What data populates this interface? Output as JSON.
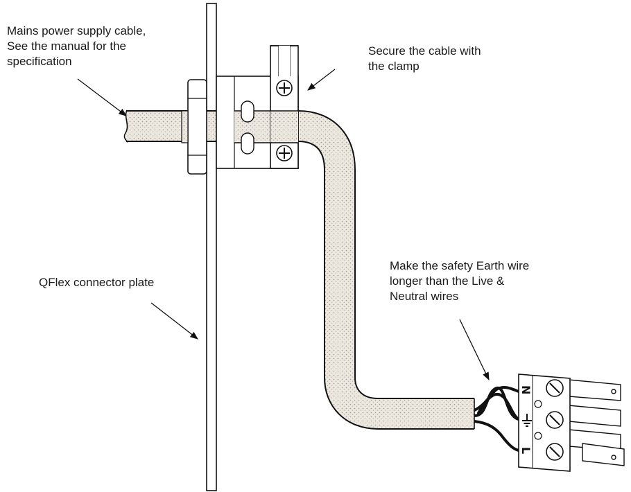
{
  "labels": {
    "cable": {
      "line1": "Mains power supply cable,",
      "line2": "See the manual for the",
      "line3": "specification"
    },
    "clamp": {
      "line1": "Secure the cable with",
      "line2": "the clamp"
    },
    "plate": {
      "line1": "QFlex connector plate"
    },
    "earth": {
      "line1": "Make the safety Earth wire",
      "line2": "longer than the Live &",
      "line3": "Neutral wires"
    }
  },
  "terminals": {
    "neutral": "N",
    "live": "L",
    "earth_symbol": "earth-ground-icon"
  },
  "colors": {
    "ink": "#111111",
    "cable_fill": "#ece8e0",
    "background": "#ffffff"
  }
}
